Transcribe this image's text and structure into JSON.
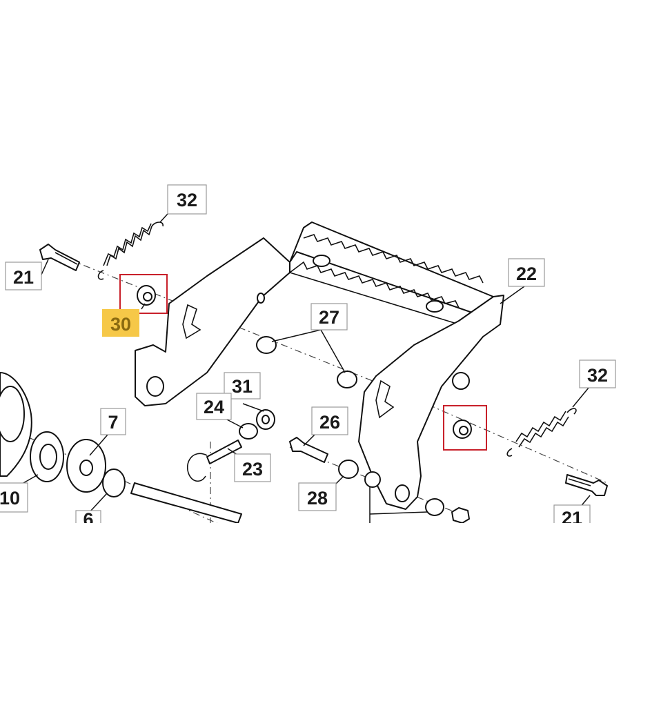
{
  "diagram": {
    "highlight_color": "#f6c848",
    "highlight_text_color": "#8a6a10",
    "selection_color": "#c8202a",
    "callouts": [
      {
        "id": "c32a",
        "label": "32"
      },
      {
        "id": "c21a",
        "label": "21"
      },
      {
        "id": "c22",
        "label": "22"
      },
      {
        "id": "c27",
        "label": "27"
      },
      {
        "id": "c32b",
        "label": "32"
      },
      {
        "id": "c31",
        "label": "31"
      },
      {
        "id": "c24",
        "label": "24"
      },
      {
        "id": "c26",
        "label": "26"
      },
      {
        "id": "c7",
        "label": "7"
      },
      {
        "id": "c23",
        "label": "23"
      },
      {
        "id": "c28",
        "label": "28"
      },
      {
        "id": "c10",
        "label": "10"
      },
      {
        "id": "c6",
        "label": "6"
      },
      {
        "id": "c21b",
        "label": "21"
      }
    ],
    "highlighted_callout": {
      "label": "30"
    }
  }
}
